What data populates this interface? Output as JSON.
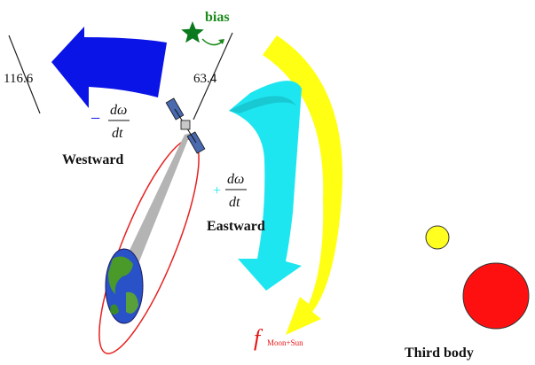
{
  "labels": {
    "bias": "bias",
    "angle_left": "116.6",
    "angle_right": "63.4",
    "westward": "Westward",
    "eastward": "Eastward",
    "third_body": "Third body",
    "minus_sign": "−",
    "plus_sign": "+",
    "rate_numerator": "dω",
    "rate_denominator": "dt",
    "force_symbol": "f",
    "force_subscript": "Moon+Sun"
  },
  "colors": {
    "westward_arrow": "#0a14e6",
    "eastward_arrow": "#1ee6f0",
    "force_arrow": "#ffff14",
    "bias_star": "#0b7a1e",
    "bias_text": "#1a8a1a",
    "orbit": "#e62020",
    "sun": "#ff1010",
    "moon": "#ffff20",
    "force_text": "#e61414"
  },
  "icons": {
    "satellite": "satellite-icon",
    "earth": "earth-icon",
    "star": "star-icon"
  }
}
